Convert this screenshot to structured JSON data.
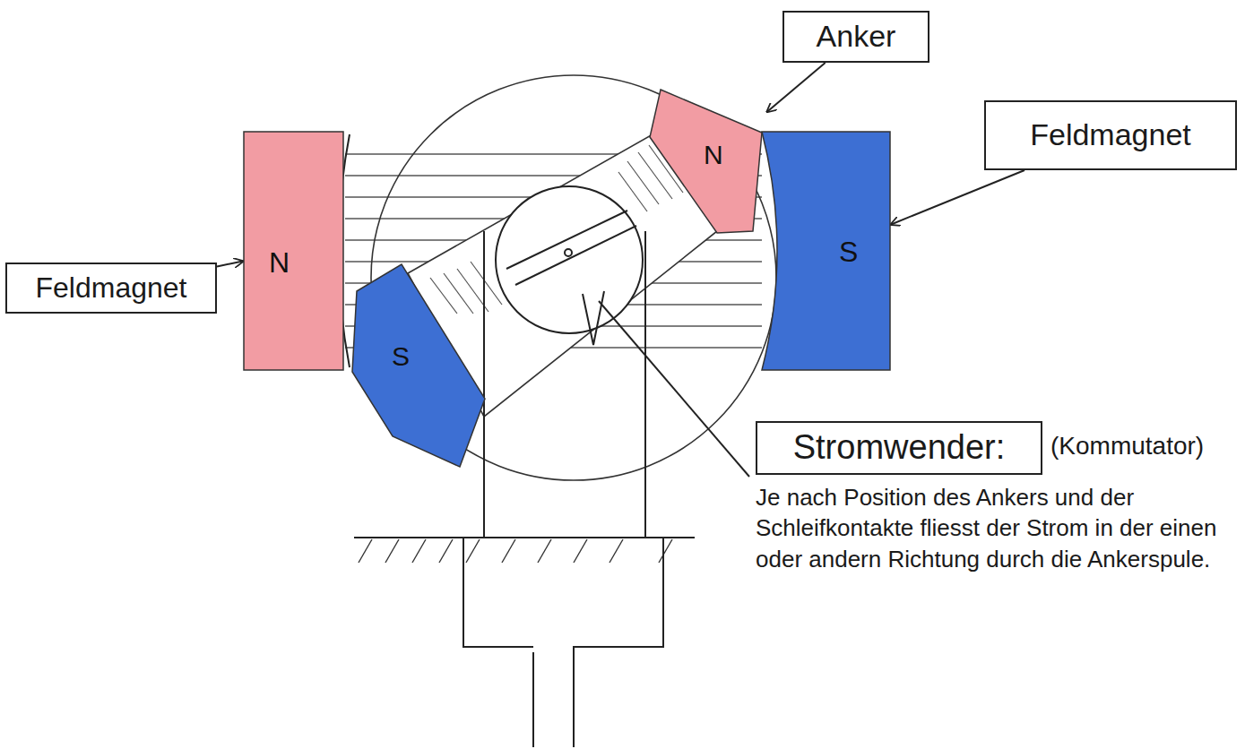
{
  "diagram": {
    "nodes": [
      {
        "text": [
          "Anker"
        ]
      },
      {
        "text": [
          "N"
        ]
      },
      {
        "text": [
          "Feldmagnet"
        ]
      },
      {
        "text": [
          "N"
        ]
      },
      {
        "text": [
          "S"
        ]
      },
      {
        "text": [
          "Feldmagnet"
        ]
      },
      {
        "text": [
          "S"
        ]
      },
      {
        "text": [
          "Stromwender:"
        ]
      }
    ],
    "edges": [
      {
        "from": 0,
        "to": 1,
        "arrow": "to"
      },
      {
        "from": 2,
        "to": 4,
        "arrow": "to"
      },
      {
        "from": 5,
        "to": 3,
        "arrow": "to"
      }
    ],
    "labels": [
      "(Kommutator)",
      "Je nach Position des Ankers und der Schleifkontakte fliesst der Strom in der einen oder andern Richtung durch die Ankerspule."
    ]
  }
}
